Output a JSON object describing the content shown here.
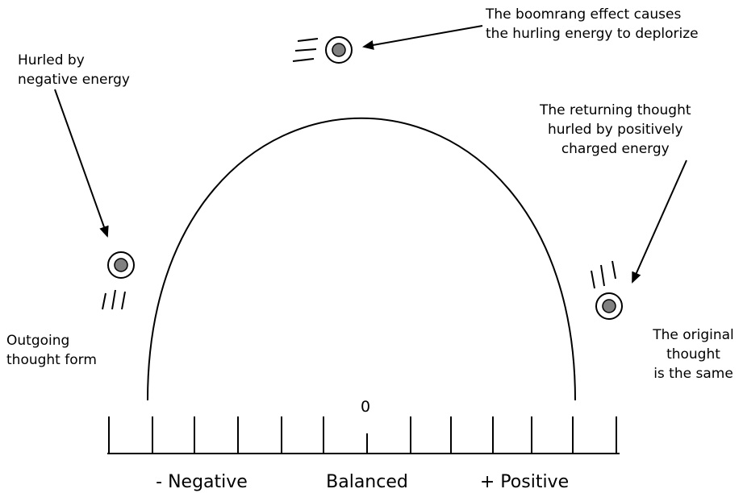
{
  "labels": {
    "boomerang": [
      "The boomrang effect causes",
      "the hurling energy to deplorize"
    ],
    "hurled_negative": [
      "Hurled by",
      "negative energy"
    ],
    "returning": [
      "The returning thought",
      "hurled by positively",
      "charged energy"
    ],
    "outgoing": [
      "Outgoing",
      "thought form"
    ],
    "original": [
      "The original",
      "thought",
      "is the same"
    ]
  },
  "scale": {
    "zero": "0",
    "negative": "- Negative",
    "balanced": "Balanced",
    "positive": "+ Positive"
  },
  "colors": {
    "stroke": "#000000",
    "ball_core": "#808080",
    "background": "#ffffff"
  }
}
